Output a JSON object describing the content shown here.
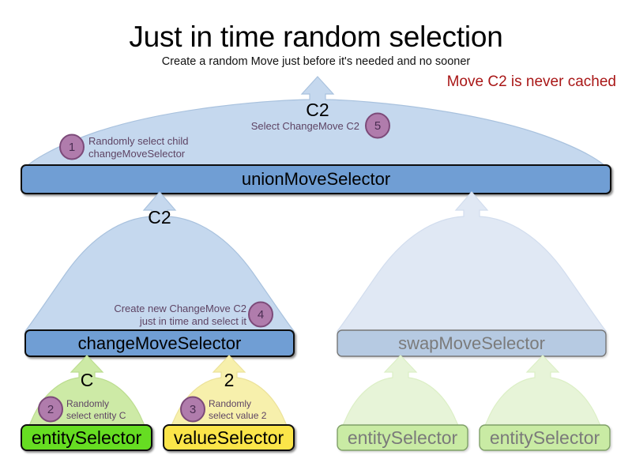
{
  "header": {
    "title": "Just in time random selection",
    "subtitle": "Create a random Move just before it's needed and no sooner",
    "warning": "Move C2 is never cached",
    "warning_color": "#A91717"
  },
  "palette": {
    "arrow_blue_fill": "#c5d8ee",
    "arrow_blue_stroke": "#a9c2de",
    "arrow_blue_faded_fill": "#e0e8f4",
    "arrow_blue_faded_stroke": "#d2ddee",
    "arrow_green_fill": "#cdeaa6",
    "arrow_green_stroke": "#bcdd90",
    "arrow_green_faded_fill": "#e7f4d8",
    "arrow_green_faded_stroke": "#dcefc6",
    "arrow_yellow_fill": "#f7f0ac",
    "arrow_yellow_stroke": "#ece29a",
    "bar_blue_fill": "#6f9ed4",
    "bar_blue_stroke": "#101010",
    "bar_blue_faded_fill": "#b6cae2",
    "bar_blue_faded_stroke": "#767676",
    "leaf_green_fill": "#66dd22",
    "leaf_green_stroke": "#101010",
    "leaf_yellow_fill": "#fbe54a",
    "leaf_yellow_stroke": "#101010",
    "leaf_green_faded_fill": "#c9eba4",
    "leaf_green_faded_stroke": "#7f9f68",
    "badge_fill": "#b07cac",
    "badge_stroke": "#7c4a79",
    "badge_text": "#4a2d52",
    "note_text": "#5e4464"
  },
  "nodes": {
    "union_move_selector": {
      "label": "unionMoveSelector",
      "state": "active"
    },
    "change_move_selector": {
      "label": "changeMoveSelector",
      "state": "active"
    },
    "swap_move_selector": {
      "label": "swapMoveSelector",
      "state": "faded"
    },
    "entity_selector_change": {
      "label": "entitySelector",
      "state": "active"
    },
    "value_selector_change": {
      "label": "valueSelector",
      "state": "active"
    },
    "entity_selector_swap_left": {
      "label": "entitySelector",
      "state": "faded"
    },
    "entity_selector_swap_right": {
      "label": "entitySelector",
      "state": "faded"
    }
  },
  "flow_labels": {
    "union_out": "C2",
    "change_out": "C2",
    "entity_out": "C",
    "value_out": "2"
  },
  "steps": [
    {
      "number": "1",
      "text_line1": "Randomly select child",
      "text_line2": "changeMoveSelector"
    },
    {
      "number": "2",
      "text_line1": "Randomly",
      "text_line2": "select entity C"
    },
    {
      "number": "3",
      "text_line1": "Randomly",
      "text_line2": "select value 2"
    },
    {
      "number": "4",
      "text_line1": "Create new ChangeMove C2",
      "text_line2": "just in time and select it"
    },
    {
      "number": "5",
      "text_line1": "Select ChangeMove C2",
      "text_line2": ""
    }
  ]
}
